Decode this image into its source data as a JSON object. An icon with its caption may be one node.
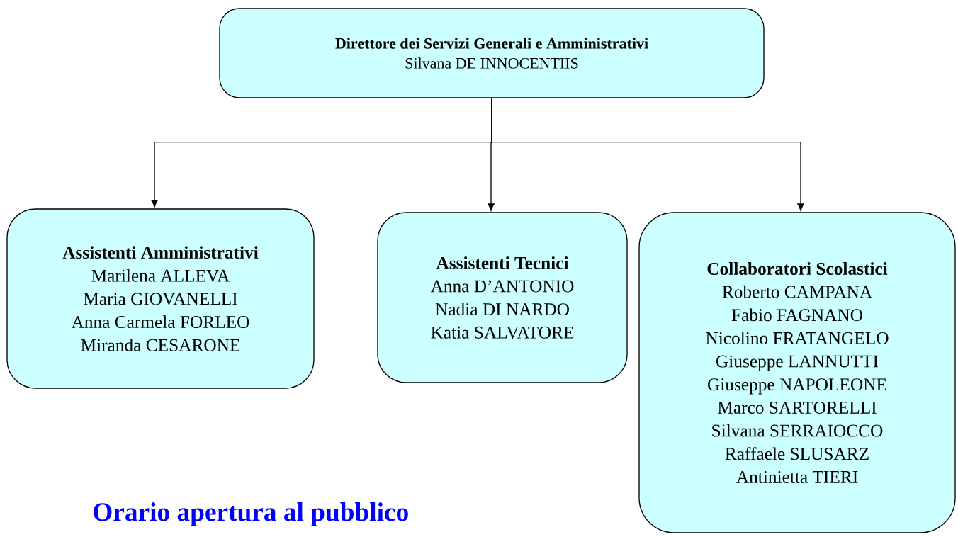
{
  "diagram": {
    "nodes": [
      {
        "text": [
          "**Direttore dei Servizi Generali e Amministrativi**",
          "Silvana DE INNOCENTIIS"
        ]
      },
      {
        "text": [
          "**Assistenti Amministrativi**",
          "Marilena ALLEVA",
          "Maria GIOVANELLI",
          "Anna Carmela FORLEO",
          "Miranda CESARONE"
        ]
      },
      {
        "text": [
          "**Assistenti Tecnici**",
          "Anna D’ANTONIO",
          "Nadia DI NARDO",
          "Katia SALVATORE"
        ]
      },
      {
        "text": [
          "**Collaboratori Scolastici**",
          "Roberto CAMPANA",
          "Fabio FAGNANO",
          "Nicolino FRATANGELO",
          "Giuseppe LANNUTTI",
          "Giuseppe NAPOLEONE",
          "Marco SARTORELLI",
          "Silvana SERRAIOCCO",
          "Raffaele SLUSARZ",
          "Antinietta TIERI"
        ]
      }
    ],
    "edges": [
      {
        "from": 0,
        "to": 1,
        "arrow": "to"
      },
      {
        "from": 0,
        "to": 2,
        "arrow": "to"
      },
      {
        "from": 0,
        "to": 3,
        "arrow": "to"
      }
    ],
    "labels": [
      "Orario apertura al pubblico"
    ]
  }
}
